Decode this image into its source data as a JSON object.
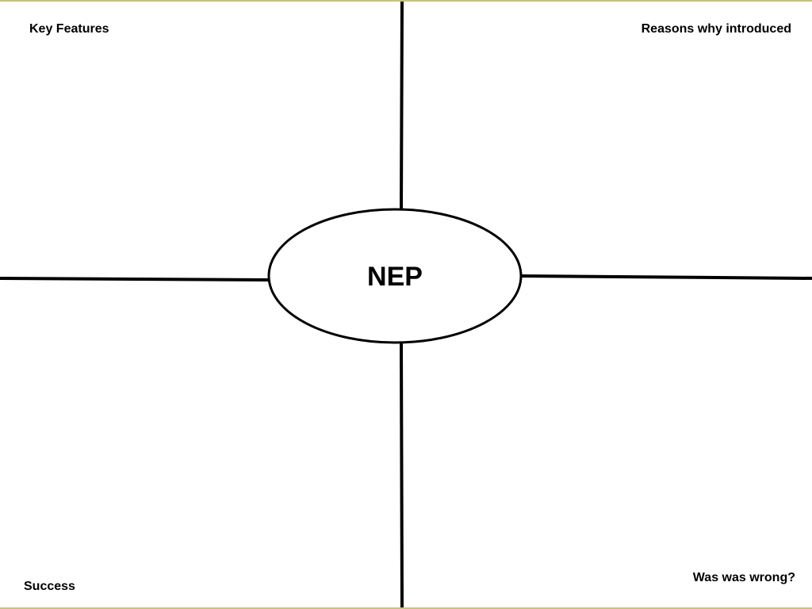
{
  "diagram": {
    "center": "NEP",
    "quadrants": {
      "top_left": "Key Features",
      "top_right": "Reasons why introduced",
      "bottom_left": "Success",
      "bottom_right": "Was was wrong?"
    }
  }
}
